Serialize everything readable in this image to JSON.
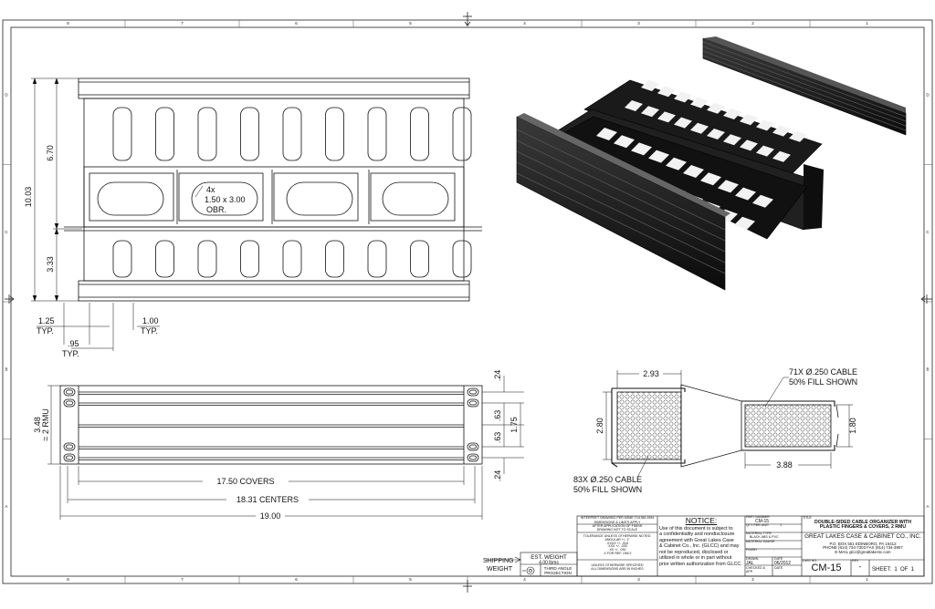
{
  "grid": {
    "top_cols": [
      "8",
      "7",
      "6",
      "5",
      "4",
      "3",
      "2",
      "1"
    ],
    "rows": [
      "D",
      "C",
      "B",
      "A"
    ]
  },
  "top_view": {
    "dim_overall_h": "10.03",
    "dim_upper": "6.70",
    "dim_lower": "3.33",
    "note_line1": "4x",
    "note_line2": "1.50 x 3.00",
    "note_line3": "OBR.",
    "dim_125": "1.25",
    "dim_125_typ": "TYP.",
    "dim_100": "1.00",
    "dim_100_typ": "TYP.",
    "dim_95": ".95",
    "dim_95_typ": "TYP."
  },
  "front_view": {
    "dim_rmu_1": "3.48",
    "dim_rmu_2": "= 2 RMU",
    "dim_24_top": ".24",
    "dim_63_a": ".63",
    "dim_63_b": ".63",
    "dim_175": "1.75",
    "dim_24_bot": ".24",
    "dim_covers": "17.50 COVERS",
    "dim_centers": "18.31 CENTERS",
    "dim_overall": "19.00"
  },
  "section_view": {
    "dim_293": "2.93",
    "dim_280": "2.80",
    "dim_180": "1.80",
    "dim_388": "3.88",
    "callout_71_1": "71X  Ø.250 CABLE",
    "callout_71_2": "50% FILL SHOWN",
    "callout_83_1": "83X  Ø.250 CABLE",
    "callout_83_2": "50% FILL SHOWN"
  },
  "weight": {
    "label": "EST. WEIGHT",
    "value": "4.00 lbms",
    "shipping_1": "SHIPPING",
    "shipping_2": "WEIGHT",
    "projection_1": "THIRD ANGLE",
    "projection_2": "PROJECTION"
  },
  "title_block": {
    "std_1": "INTERPRET DRAWING PER ASME Y14.5M-1994",
    "std_2": "DIMENSIONS & LIMITS APPLY",
    "std_3": "AFTER APPLICATION OF FINISH",
    "std_4": "DRAWING NOT TO SCALE",
    "tol_head": "TOLERANCE UNLESS OTHERWISE NOTED:",
    "tol_ang": "ANGULAR +/- 1°",
    "tol_1": ".XXXX +/- .015",
    "tol_2": ".XXX +/- .030",
    "tol_3": ".XX +/- .030",
    "tol_4": ".X FOR REF. ONLY",
    "units_1": "UNLESS OTHERWISE SPECIFIED",
    "units_2": "ALL DIMENSIONS ARE IN INCHES",
    "notice_title": "NOTICE:",
    "notice_lines": [
      "Use of this document is subject to",
      "a confidentiality and nondisclosure",
      "agreement with Great Lakes Case",
      "& Cabinet Co., Inc. (GLCC) and may",
      "not be reproduced, disclosed or",
      "utilized in whole or in part without",
      "prior written authorization from GLCC."
    ],
    "part_no_label": "PART NUMBER",
    "part_no": "CM-15",
    "qty_label": "QTY PER UNIT",
    "qty": "1",
    "material_label": "MATERIAL TYPE",
    "material": "BLACK ABS & PVC",
    "gauge_label": "MATERIAL GAUGE",
    "finish_label": "FINISH",
    "finish": "-",
    "drawn_label": "DRAWN",
    "drawn": "JAL",
    "date_label": "DATE",
    "date": "06/2012",
    "checked_label": "CHECKED & APP.",
    "checked_date_label": "DATE",
    "title_label": "TITLE",
    "title_1": "DOUBLE-SIDED CABLE ORGANIZER WITH",
    "title_2": "PLASTIC FINGERS & COVERS, 2 RMU",
    "company": "GREAT LAKES CASE & CABINET CO., INC.",
    "addr_1": "P.O. BOX 551 EDINBORO, PA 16412",
    "addr_2": "PHONE (814) 734-7303 FAX (814) 734-3907",
    "addr_3": "E-MAIL glcc@greatlakestc.com",
    "dwg_no_label": "DWG NO.",
    "dwg_no": "CM-15",
    "rev_label": "REV",
    "rev": "-",
    "sheet": "SHEET:  1  OF  1"
  }
}
